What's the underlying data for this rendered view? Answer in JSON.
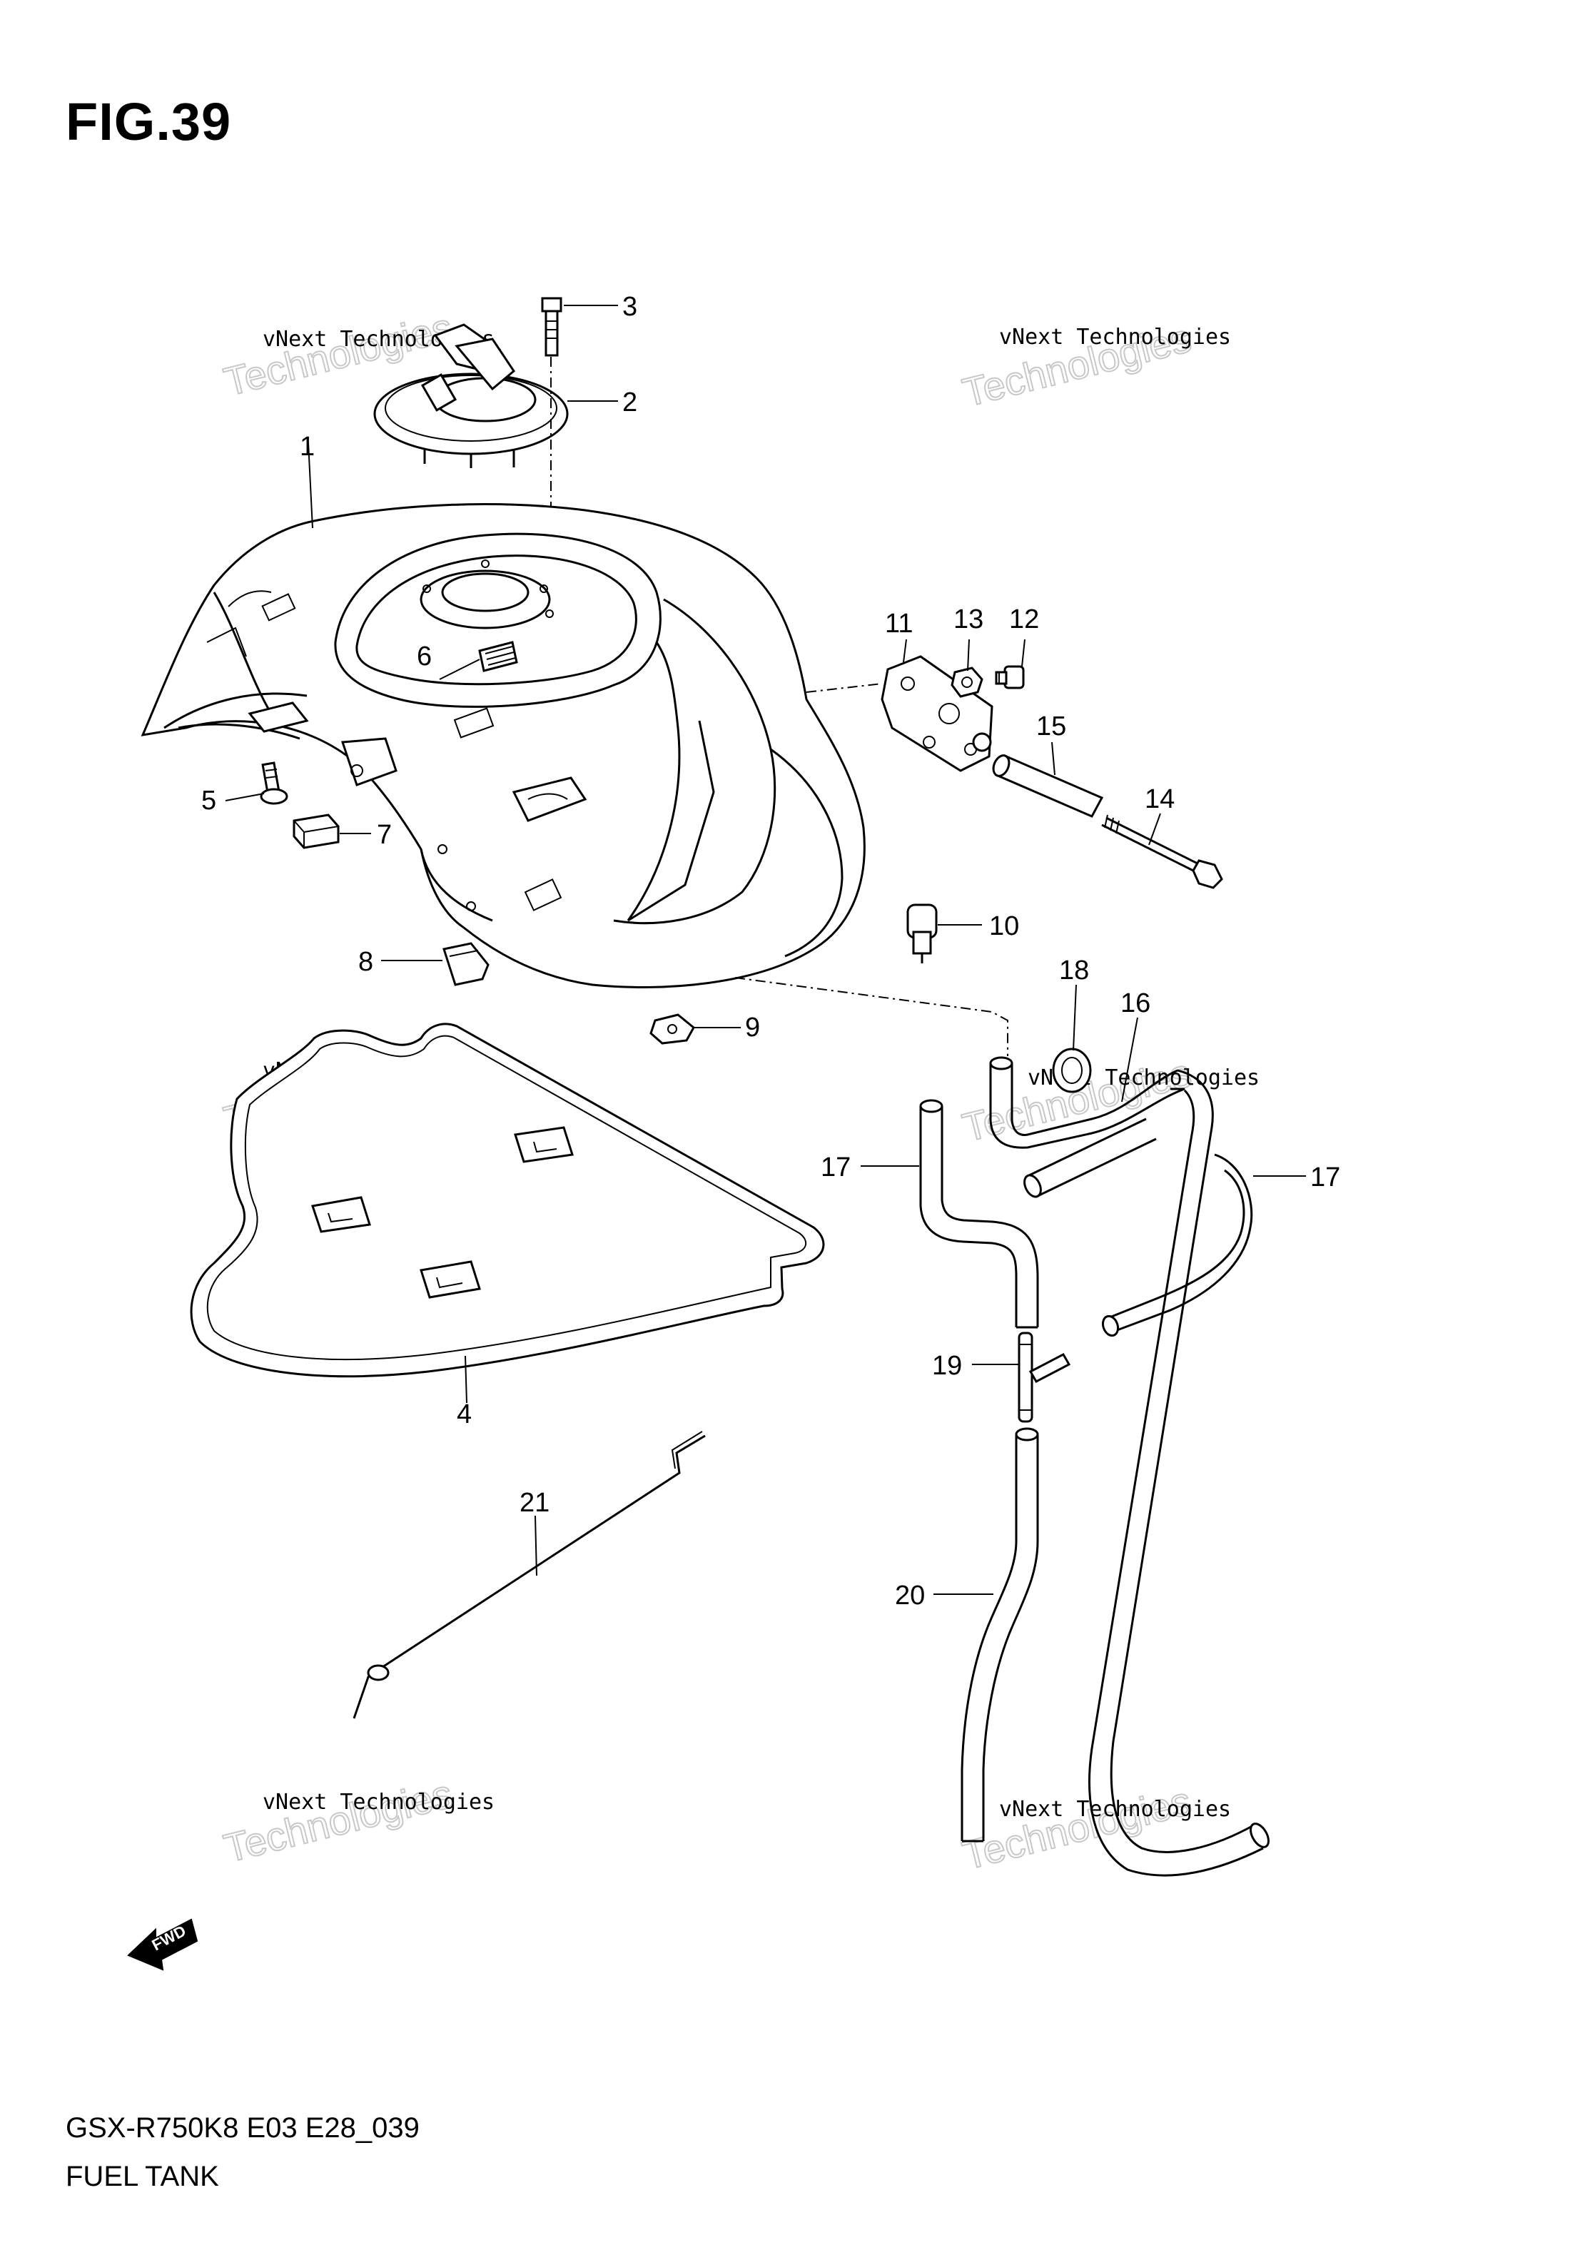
{
  "figure": {
    "title": "FIG.39"
  },
  "footer": {
    "model_code": "GSX-R750K8 E03 E28_039",
    "caption": "FUEL TANK"
  },
  "watermark": {
    "line1": "vNext Technologies",
    "line2": "Technologies"
  },
  "forward_arrow": {
    "label": "FWD",
    "icon": "forward-arrow-icon"
  },
  "callouts": [
    "1",
    "2",
    "3",
    "4",
    "5",
    "6",
    "7",
    "8",
    "9",
    "10",
    "11",
    "12",
    "13",
    "14",
    "15",
    "16",
    "17",
    "17",
    "18",
    "19",
    "20",
    "21"
  ]
}
